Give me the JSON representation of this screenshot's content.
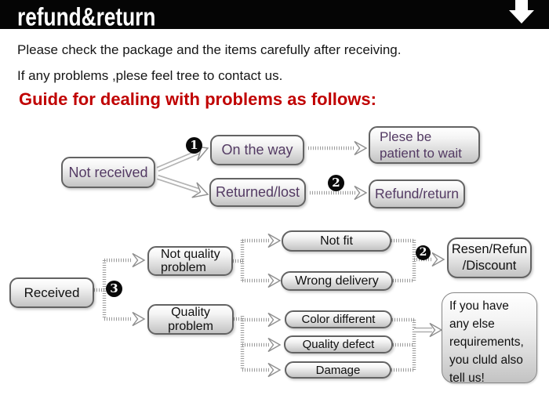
{
  "header": {
    "title": "refund&return",
    "arrow_icon": "down-arrow"
  },
  "intro": {
    "line1": "Please check the package and the items carefully after receiving.",
    "line2": "If any problems ,plese feel tree to contact us."
  },
  "guide_heading": "Guide for dealing with problems as follows:",
  "colors": {
    "header_bg": "#050505",
    "heading_red": "#c00000",
    "node_text_purple": "#533a63",
    "node_border_gray": "#636363",
    "connector_gray": "#9a9a9a"
  },
  "flowchart": {
    "nodes": {
      "not_received": {
        "label": "Not received"
      },
      "on_the_way": {
        "label": "On the way"
      },
      "returned_lost": {
        "label": "Returned/lost"
      },
      "plese_wait": {
        "label": "Plese be\npatient to wait"
      },
      "refund_return": {
        "label": "Refund/return"
      },
      "received": {
        "label": "Received"
      },
      "not_quality": {
        "label": "Not quality\nproblem"
      },
      "quality_problem": {
        "label": "Quality\nproblem"
      },
      "not_fit": {
        "label": "Not fit"
      },
      "wrong_delivery": {
        "label": "Wrong delivery"
      },
      "color_different": {
        "label": "Color different"
      },
      "quality_defect": {
        "label": "Quality defect"
      },
      "damage": {
        "label": "Damage"
      },
      "resen_refund": {
        "label": "Resen/Refun\n/Discount"
      },
      "if_you_have": {
        "label": "If you have\nany else\nrequirements,\nyou cluld also\ntell us!"
      }
    },
    "badges": {
      "one": "1",
      "two_top": "2",
      "three": "3",
      "two_bottom": "2"
    }
  }
}
